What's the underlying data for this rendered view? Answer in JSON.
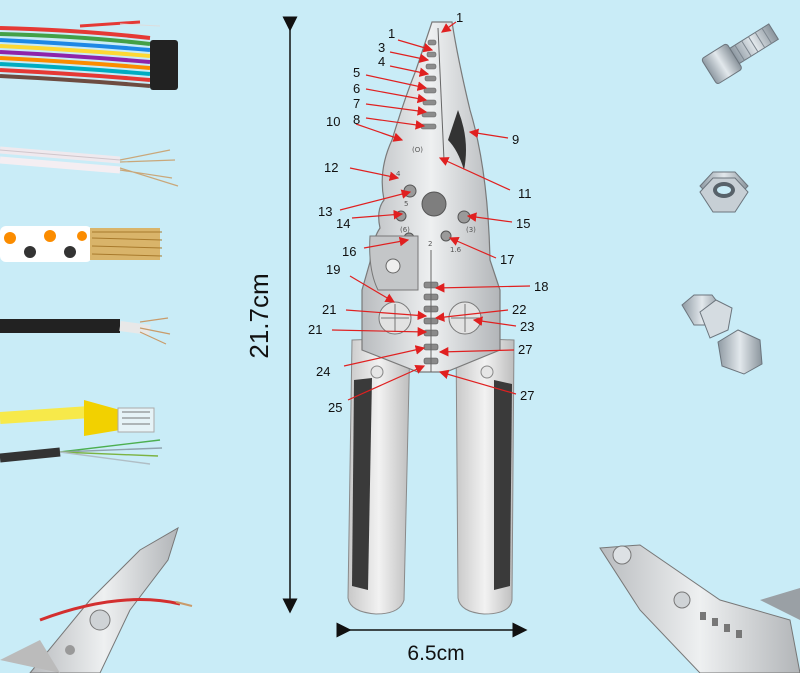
{
  "dimensions": {
    "length": "21.7cm",
    "width": "6.5cm"
  },
  "callouts": [
    {
      "key": "c1a",
      "label": "1"
    },
    {
      "key": "c1b",
      "label": "1"
    },
    {
      "key": "c3",
      "label": "3"
    },
    {
      "key": "c4",
      "label": "4"
    },
    {
      "key": "c5",
      "label": "5"
    },
    {
      "key": "c6",
      "label": "6"
    },
    {
      "key": "c7",
      "label": "7"
    },
    {
      "key": "c8",
      "label": "8"
    },
    {
      "key": "c10",
      "label": "10"
    },
    {
      "key": "c9",
      "label": "9"
    },
    {
      "key": "c11",
      "label": "11"
    },
    {
      "key": "c12",
      "label": "12"
    },
    {
      "key": "c13",
      "label": "13"
    },
    {
      "key": "c14",
      "label": "14"
    },
    {
      "key": "c15",
      "label": "15"
    },
    {
      "key": "c16",
      "label": "16"
    },
    {
      "key": "c17",
      "label": "17"
    },
    {
      "key": "c18",
      "label": "18"
    },
    {
      "key": "c19",
      "label": "19"
    },
    {
      "key": "c21a",
      "label": "21"
    },
    {
      "key": "c22",
      "label": "22"
    },
    {
      "key": "c21b",
      "label": "21"
    },
    {
      "key": "c23",
      "label": "23"
    },
    {
      "key": "c24",
      "label": "24"
    },
    {
      "key": "c27a",
      "label": "27"
    },
    {
      "key": "c25",
      "label": "25"
    },
    {
      "key": "c27b",
      "label": "27"
    }
  ],
  "engravings": [
    "(O)",
    "4",
    "5",
    "(6)",
    "2",
    "(3)",
    "1.6"
  ],
  "colors": {
    "background": "#c9ecf7",
    "arrow": "#e02020",
    "steel": "#d6d6d6",
    "handle_grip": "#3a3a3a"
  }
}
